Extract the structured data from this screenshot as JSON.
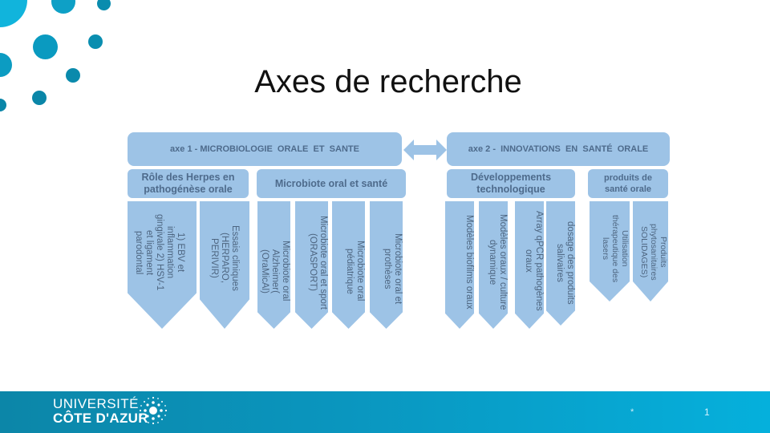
{
  "slide": {
    "title": "Axes de recherche",
    "colors": {
      "box_fill": "#9dc3e6",
      "box_text": "#4e6b8c",
      "footer_blue": "#0a96bf",
      "accent_dots": "#0a8eb3"
    }
  },
  "axes": [
    {
      "label": "axe 1 - MICROBIOLOGIE  ORALE  ET  SANTE",
      "themes": [
        {
          "label": "Rôle des Herpes en pathogénèse orale",
          "projects": [
            "1) EBV et inflammation gingivale 2) HSV-1 et ligament parodontal",
            "Essais cliniques (HERPARO, PERIVIR)"
          ]
        },
        {
          "label": "Microbiote oral et santé",
          "projects": [
            "Microbiote oral Alzheimer( (OraMicAl)",
            "Microbiote oral et sport (ORASPORT)",
            "Microbiote oral pédiatrique",
            "Microbiote oral et prothèses"
          ]
        }
      ]
    },
    {
      "label": "axe 2 -  INNOVATIONS  EN  SANTÉ  ORALE",
      "themes": [
        {
          "label": "Développements technologique",
          "projects": [
            "Modèles biofilms oraux",
            "Modèles oraux / culture dynamique",
            "Array qPCR pathogènes oraux",
            "dosage des produits salivaires"
          ]
        },
        {
          "label": "produits de santé orale",
          "projects": [
            "Utilisation thérapeutique des lasers",
            "Produits phytosanitaires SOLIDAGES)"
          ]
        }
      ]
    }
  ],
  "connector": {
    "icon": "double-arrow-icon"
  },
  "footer": {
    "logo_line1": "UNIVERSITÉ",
    "logo_line2": "CÔTE D'AZUR",
    "marker": "*",
    "page_number": "1"
  }
}
